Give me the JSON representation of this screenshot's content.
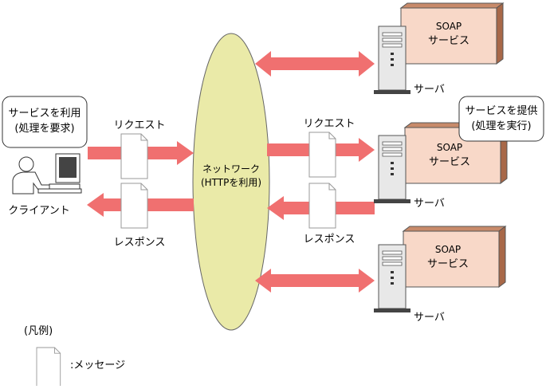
{
  "client": {
    "bubble_line1": "サービスを利用",
    "bubble_line2": "(処理を要求)",
    "label": "クライアント"
  },
  "left_request_label": "リクエスト",
  "left_response_label": "レスポンス",
  "network": {
    "line1": "ネットワーク",
    "line2": "(HTTPを利用)"
  },
  "right_request_label": "リクエスト",
  "right_response_label": "レスポンス",
  "servers": [
    {
      "box_line1": "SOAP",
      "box_line2": "サービス",
      "label": "サーバ"
    },
    {
      "box_line1": "SOAP",
      "box_line2": "サービス",
      "label": "サーバ"
    },
    {
      "box_line1": "SOAP",
      "box_line2": "サービス",
      "label": "サーバ"
    }
  ],
  "server_bubble": {
    "line1": "サービスを提供",
    "line2": "(処理を実行)"
  },
  "legend": {
    "title": "(凡例)",
    "message_label": ":メッセージ"
  },
  "colors": {
    "arrow": "#f07070",
    "network_fill": "#eaeaa8",
    "service_box": "#f8d8c8",
    "service_box_side": "#a86848"
  }
}
